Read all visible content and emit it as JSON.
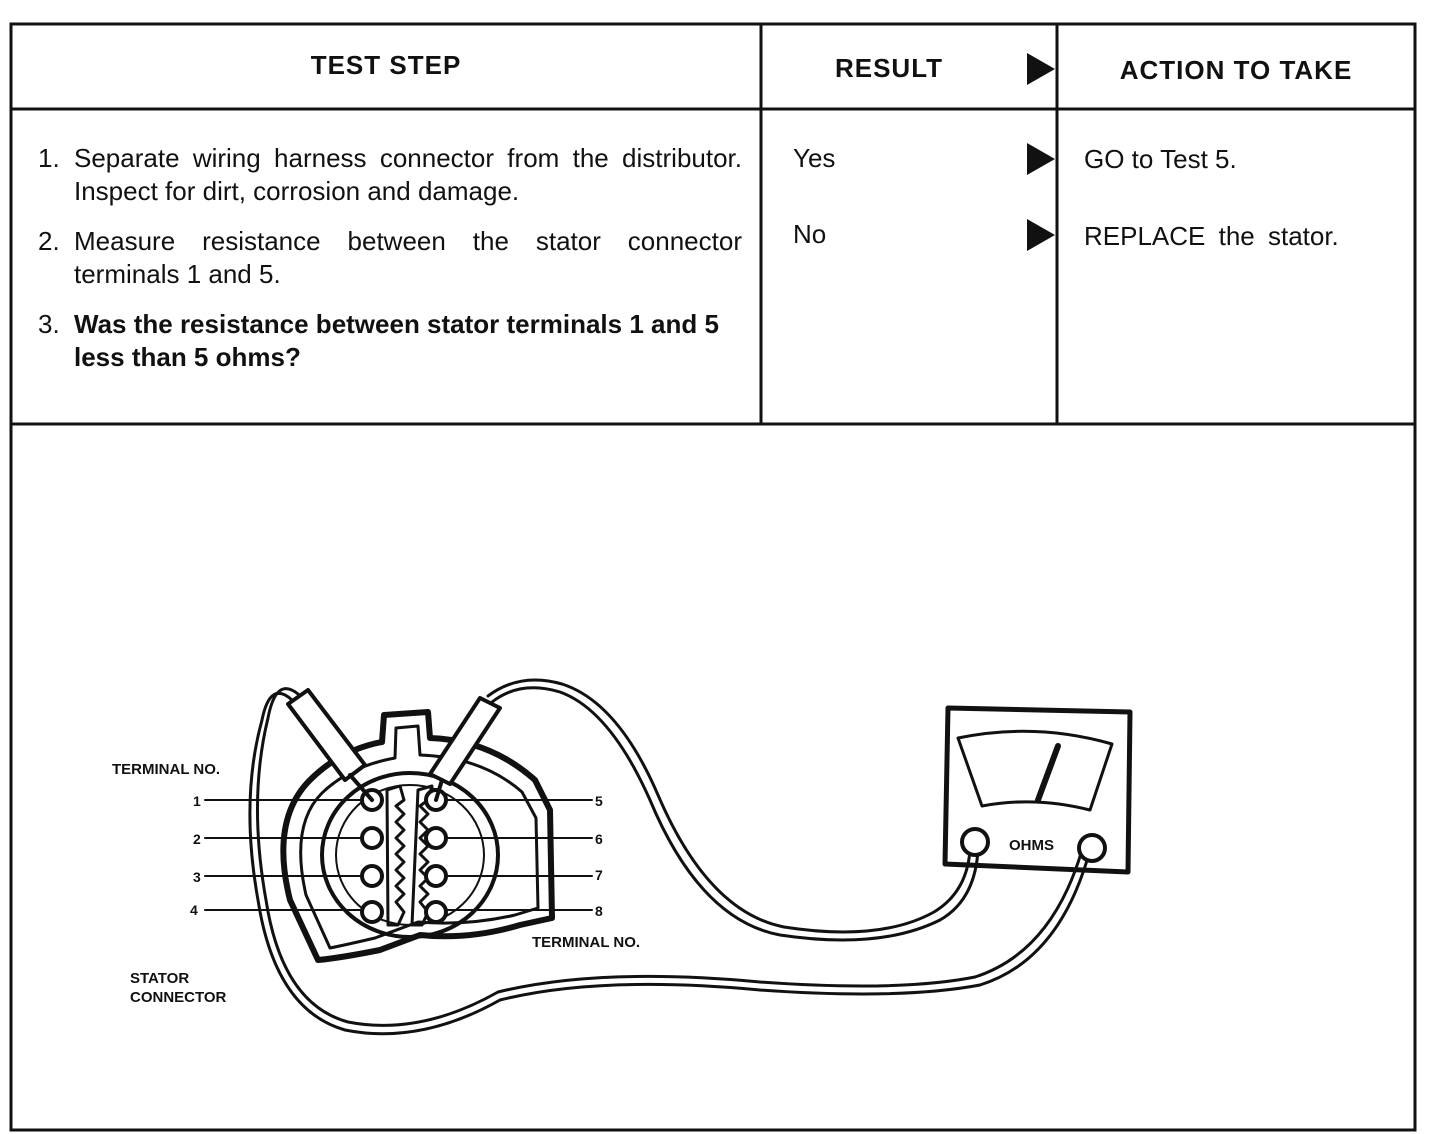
{
  "table": {
    "headers": {
      "test_step": "TEST STEP",
      "result": "RESULT",
      "action": "ACTION TO TAKE"
    },
    "steps": [
      {
        "num": "1.",
        "text": "Separate wiring harness connector from the distributor. Inspect for dirt, corrosion and damage."
      },
      {
        "num": "2.",
        "text": "Measure resistance between the stator connector terminals 1 and 5."
      },
      {
        "num": "3.",
        "text": "Was the resistance between stator terminals 1 and 5 less than 5 ohms?"
      }
    ],
    "results": [
      {
        "result": "Yes",
        "action": "GO to Test 5."
      },
      {
        "result": "No",
        "action": "REPLACE the stator."
      }
    ]
  },
  "diagram": {
    "terminal_label_left": "TERMINAL NO.",
    "terminal_label_right": "TERMINAL NO.",
    "stator_label_line1": "STATOR",
    "stator_label_line2": "CONNECTOR",
    "meter_label": "OHMS",
    "terminals_left": [
      "1",
      "2",
      "3",
      "4"
    ],
    "terminals_right": [
      "5",
      "6",
      "7",
      "8"
    ]
  }
}
